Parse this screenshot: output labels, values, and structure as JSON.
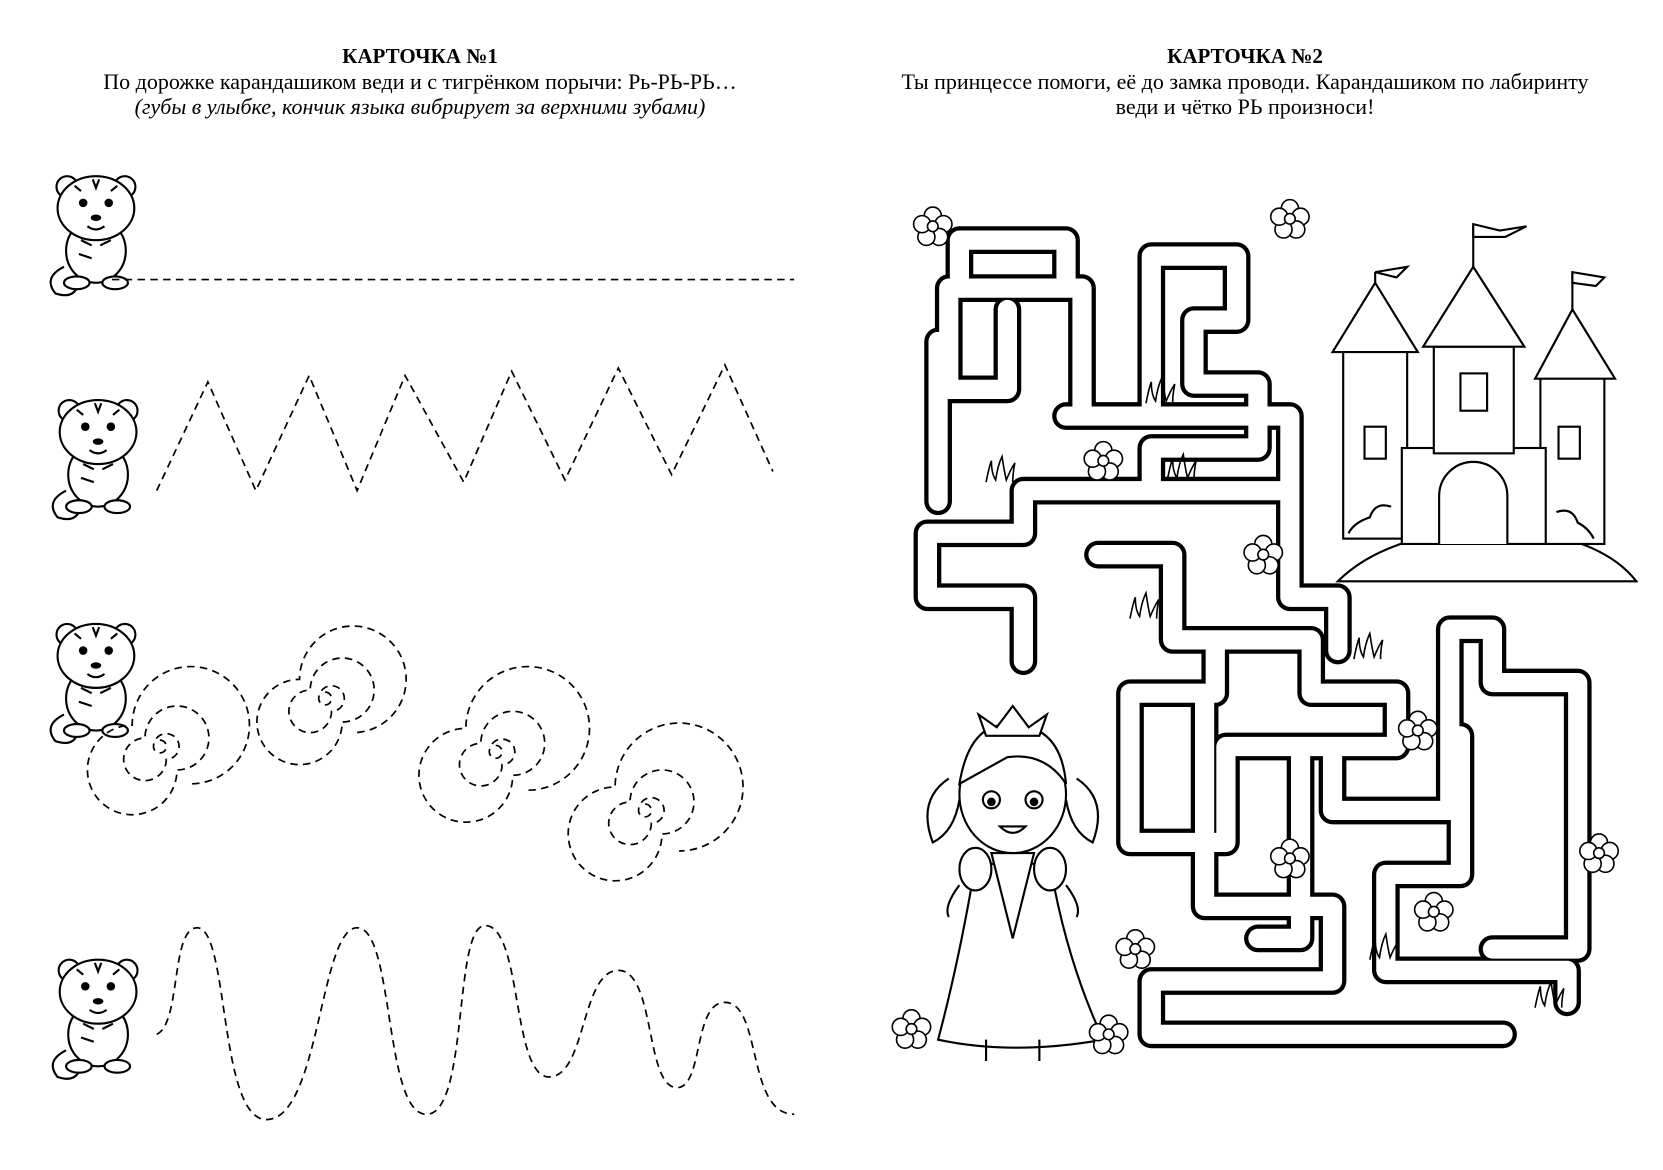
{
  "card1": {
    "title": "КАРТОЧКА №1",
    "instruction": "По дорожке карандашиком веди и с тигрёнком порычи: Рь-РЬ-РЬ…",
    "hint": "(губы в улыбке, кончик языка вибрирует за верхними зубами)"
  },
  "card2": {
    "title": "КАРТОЧКА №2",
    "instruction_line1": "Ты принцессе помоги, её до замка проводи. Карандашиком по лабиринту",
    "instruction_line2": "веди и чётко РЬ произноси!"
  }
}
